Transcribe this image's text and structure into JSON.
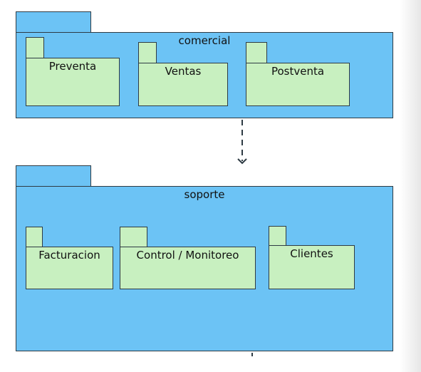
{
  "diagram": {
    "packages": [
      {
        "id": "comercial",
        "title": "comercial",
        "subpackages": [
          "Preventa",
          "Ventas",
          "Postventa"
        ]
      },
      {
        "id": "soporte",
        "title": "soporte",
        "subpackages": [
          "Facturacion",
          "Control / Monitoreo",
          "Clientes"
        ]
      }
    ],
    "dependency": {
      "from": "comercial",
      "to": "soporte",
      "style": "dashed-open-arrow"
    }
  },
  "colors": {
    "package_fill": "#6cc3f5",
    "subpackage_fill": "#c8f0c0",
    "outline": "#2e3b44"
  }
}
